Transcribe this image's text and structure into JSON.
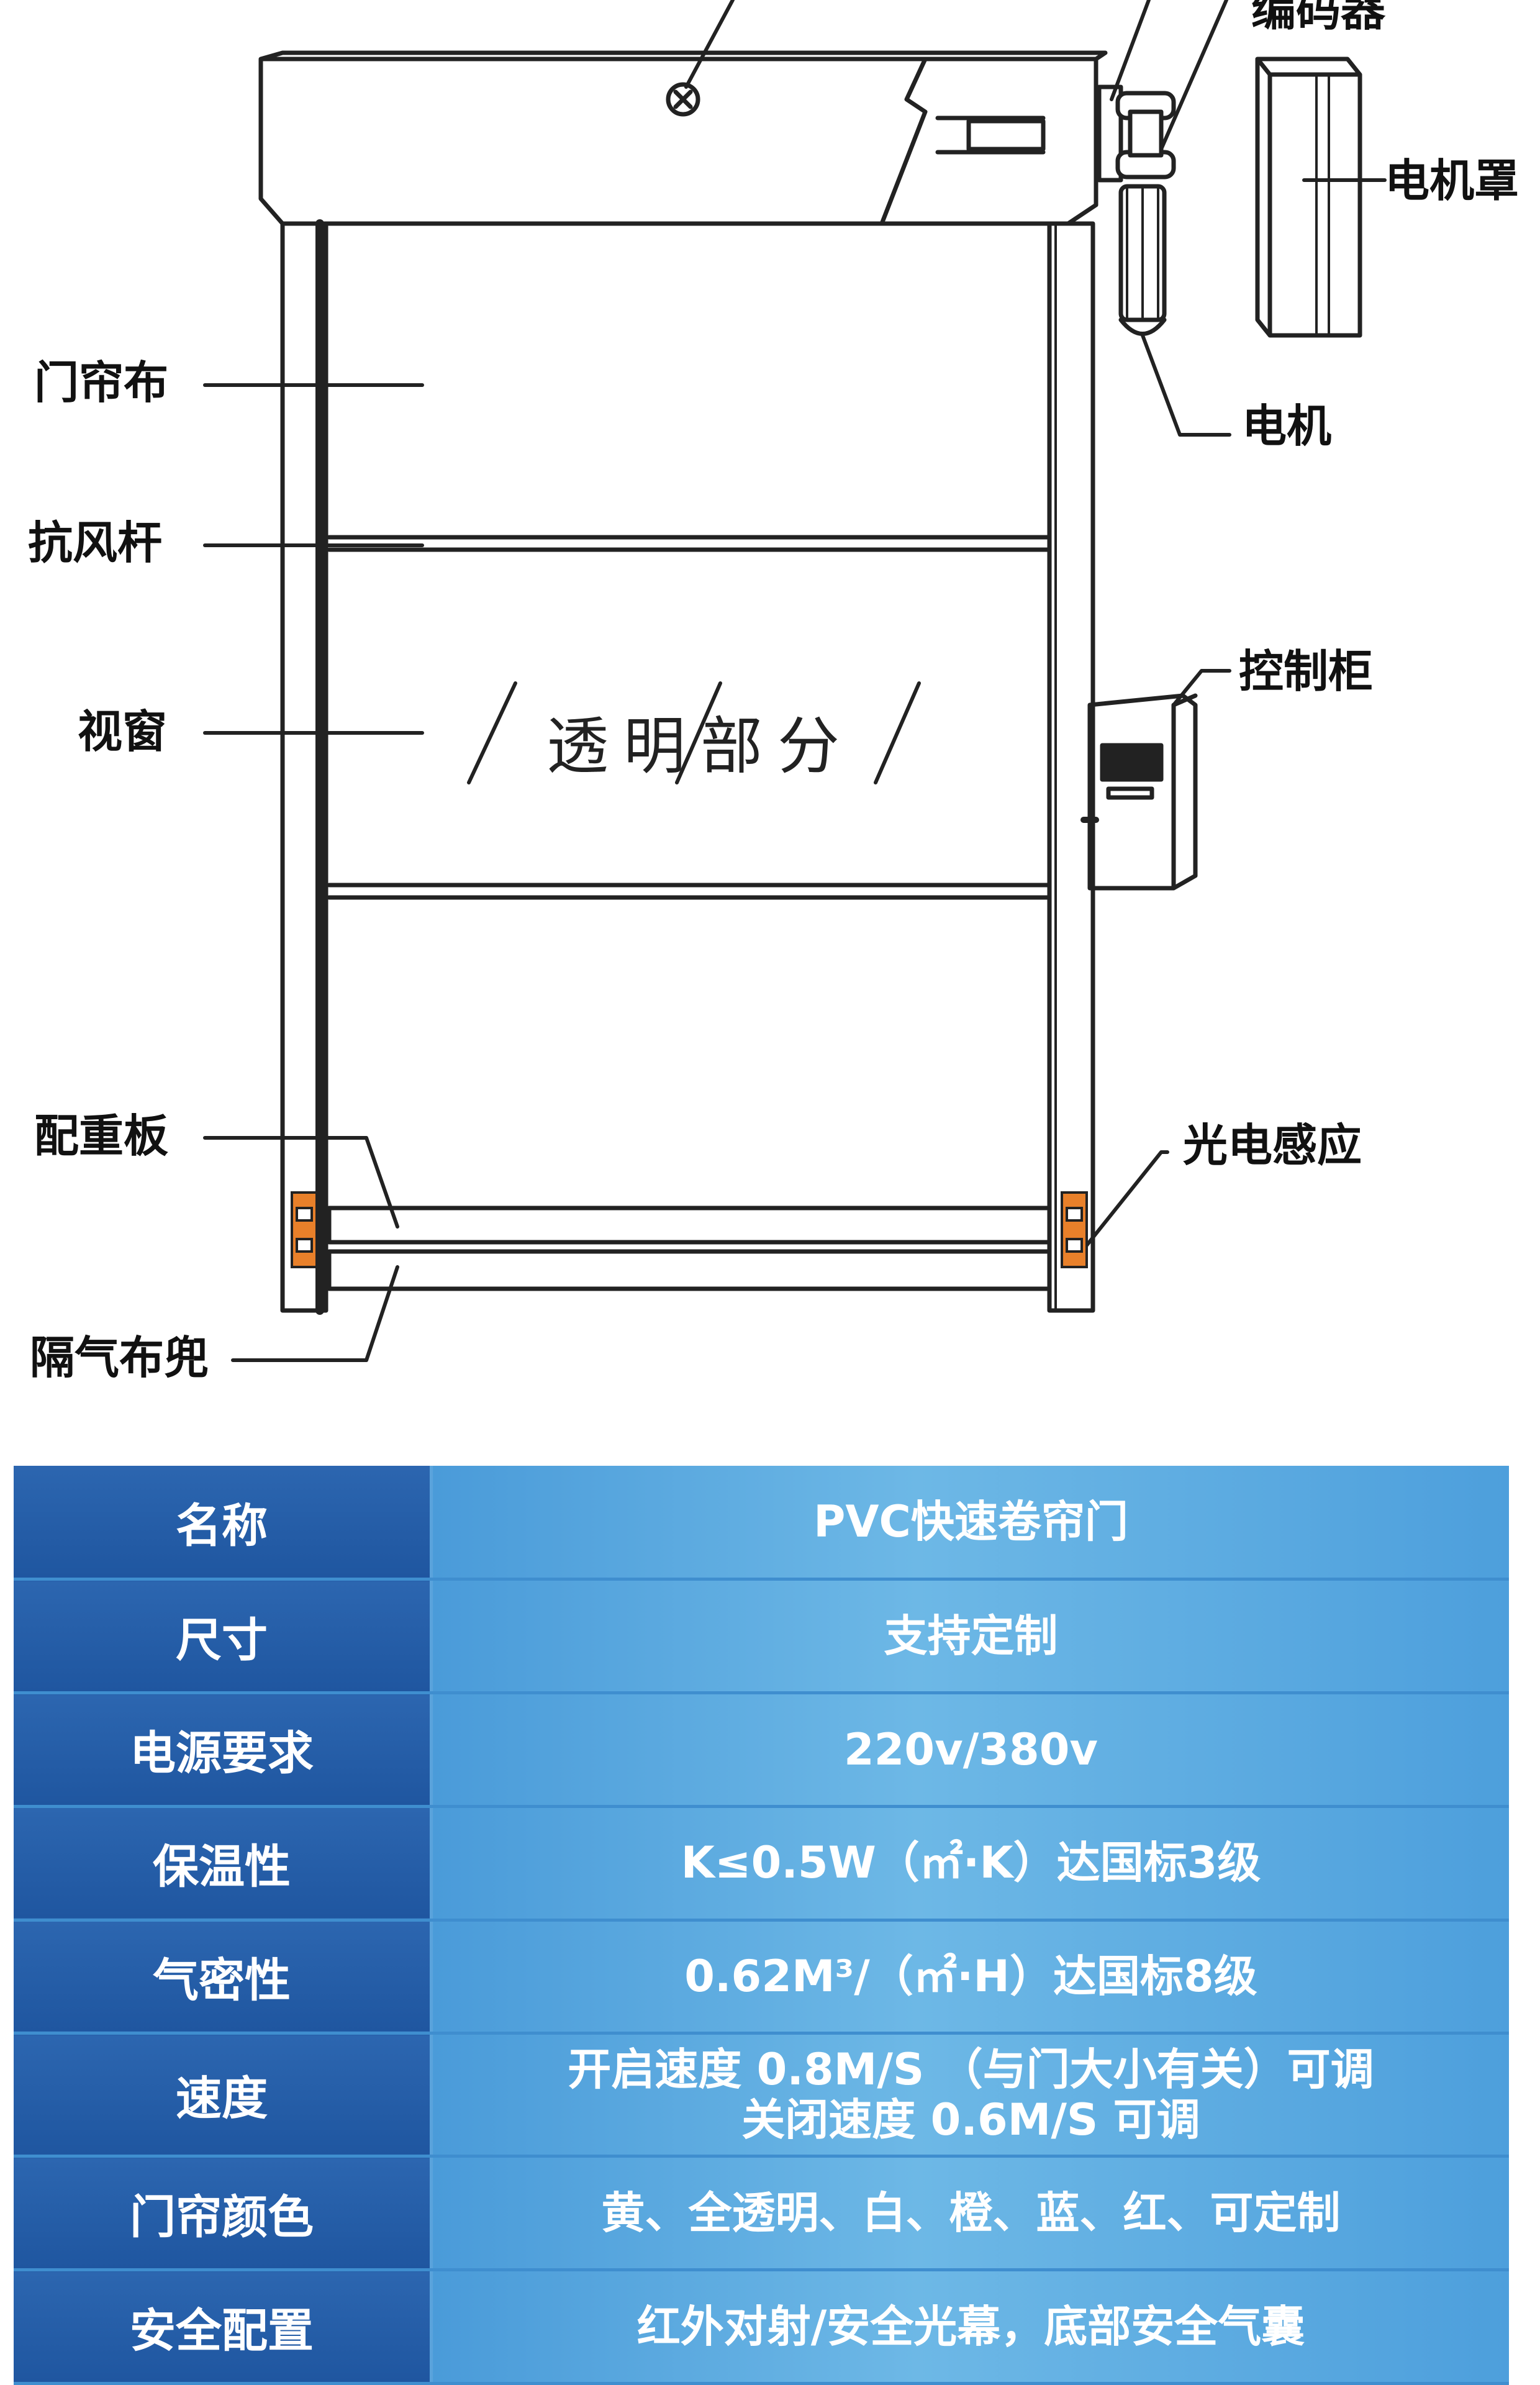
{
  "diagram": {
    "labels": {
      "encoder": "编码器",
      "motor_cover": "电机罩",
      "motor": "电机",
      "curtain_fabric": "门帘布",
      "wind_bar": "抗风杆",
      "view_window": "视窗",
      "control_cabinet": "控制柜",
      "counterweight": "配重板",
      "photo_sensor": "光电感应",
      "air_pocket": "隔气布兜"
    },
    "window_text": "透明部分"
  },
  "spec_table": {
    "rows": [
      {
        "key": "名称",
        "value": [
          "PVC快速卷帘门"
        ]
      },
      {
        "key": "尺寸",
        "value": [
          "支持定制"
        ]
      },
      {
        "key": "电源要求",
        "value": [
          "220v/380v"
        ]
      },
      {
        "key": "保温性",
        "value": [
          "K≤0.5W（㎡·K）达国标3级"
        ]
      },
      {
        "key": "气密性",
        "value": [
          "0.62M³/（㎡·H）达国标8级"
        ]
      },
      {
        "key": "速度",
        "value": [
          "开启速度 0.8M/S （与门大小有关）可调",
          "关闭速度 0.6M/S 可调"
        ]
      },
      {
        "key": "门帘颜色",
        "value": [
          "黄、全透明、白、橙、蓝、红、可定制"
        ]
      },
      {
        "key": "安全配置",
        "value": [
          "红外对射/安全光幕，底部安全气囊"
        ]
      }
    ]
  },
  "colors": {
    "header_cell": "#1f56a0",
    "value_cell": "#5aaee4",
    "sensor": "#e8802a"
  }
}
